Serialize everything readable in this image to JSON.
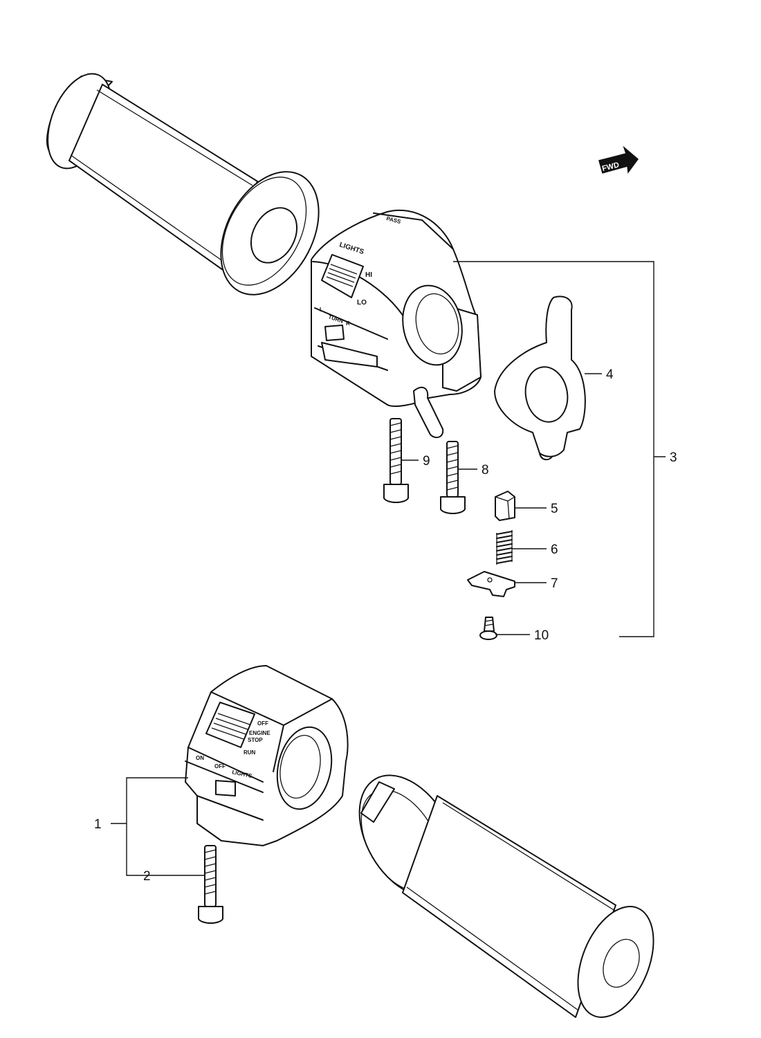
{
  "fwd_label": "FWD",
  "right_switch": {
    "pass_label": "PASS",
    "lights_label": "LIGHTS",
    "hi_label": "HI",
    "lo_label": "LO",
    "turn_label": "TURN",
    "turn_l": "L",
    "turn_r": "R"
  },
  "left_switch": {
    "off_label": "OFF",
    "engine_stop_label_1": "ENGINE",
    "engine_stop_label_2": "STOP",
    "run_label": "RUN",
    "on_label": "ON",
    "off_label_2": "OFF",
    "lights_label": "LIGHTS"
  },
  "callouts": [
    "1",
    "2",
    "3",
    "4",
    "5",
    "6",
    "7",
    "8",
    "9",
    "10"
  ]
}
